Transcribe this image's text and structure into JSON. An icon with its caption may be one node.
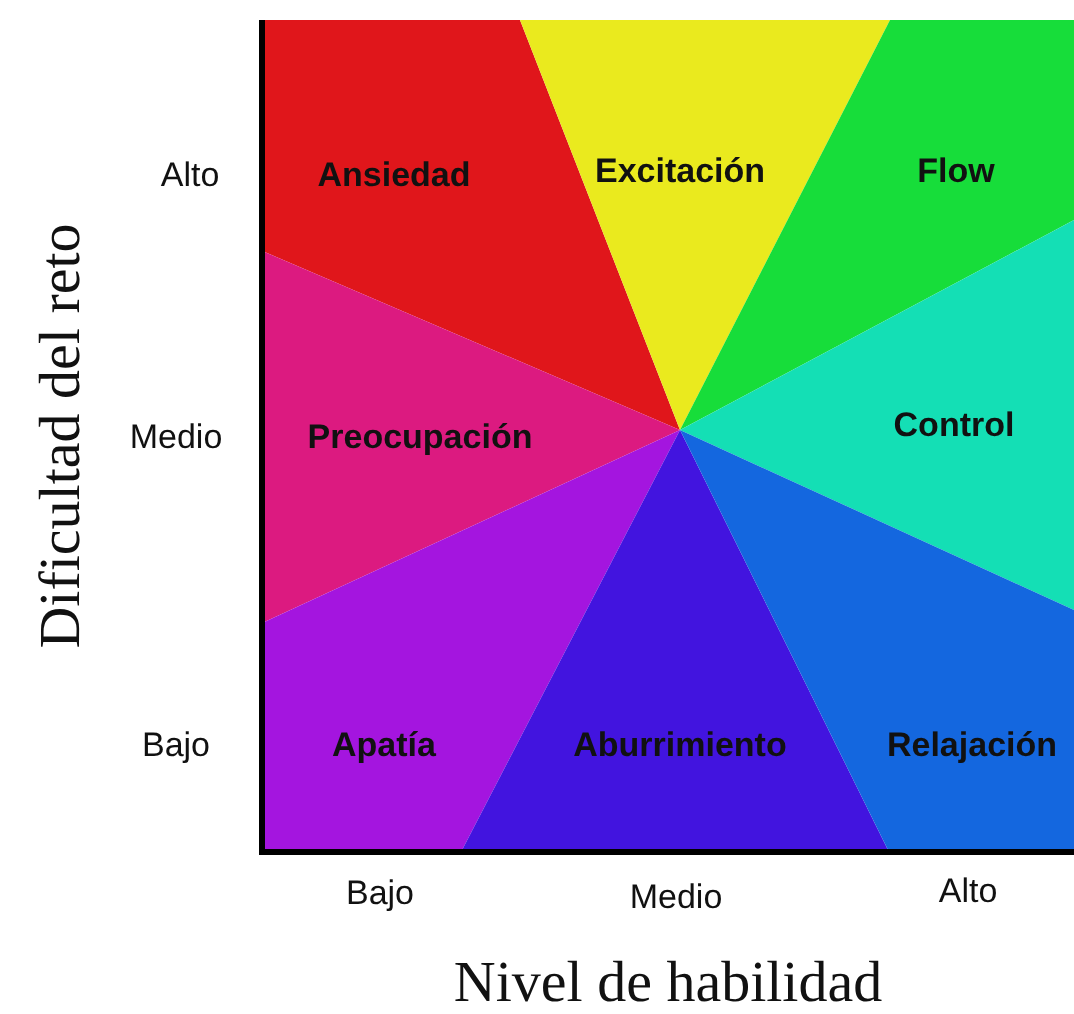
{
  "diagram": {
    "nodes": [
      {
        "text": [
          "Ansiedad"
        ]
      },
      {
        "text": [
          "Excitación"
        ]
      },
      {
        "text": [
          "Flow"
        ]
      },
      {
        "text": [
          "Preocupación"
        ]
      },
      {
        "text": [
          "Control"
        ]
      },
      {
        "text": [
          "Apatía"
        ]
      },
      {
        "text": [
          "Aburrimiento"
        ]
      },
      {
        "text": [
          "Relajación"
        ]
      }
    ],
    "edges": [],
    "labels": [
      "Alto",
      "Medio",
      "Bajo",
      "Bajo",
      "Medio",
      "Alto",
      "Dificultad del reto",
      "Nivel de habilidad"
    ]
  }
}
